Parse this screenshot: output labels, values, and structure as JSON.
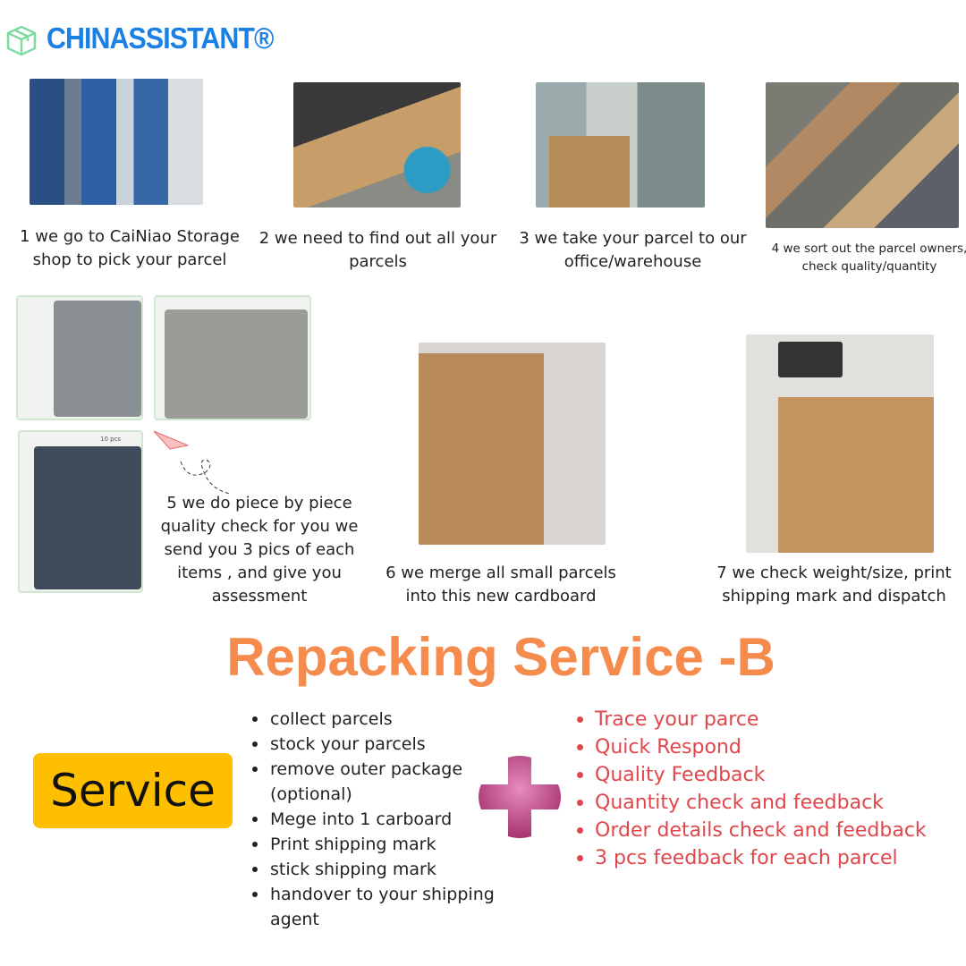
{
  "brand": {
    "name": "CHINASSISTANT®",
    "icon": "box-icon",
    "color": "#1b80e4"
  },
  "steps": [
    {
      "caption": "1 we go to CaiNiao Storage shop to pick your parcel"
    },
    {
      "caption": "2 we need to find out all your parcels"
    },
    {
      "caption": "3 we take your parcel to our office/warehouse"
    },
    {
      "caption": "4 we sort out the parcel owners, check quality/quantity"
    },
    {
      "caption": "5 we do piece by piece quality check for you we send you 3 pics of each items , and give you assessment"
    },
    {
      "caption": "6 we merge all small parcels into this new cardboard"
    },
    {
      "caption": "7  we check weight/size, print shipping mark and dispatch"
    }
  ],
  "screenshot_tags": [
    "10 pcs"
  ],
  "title": "Repacking Service -B",
  "service_label": "Service",
  "service_items": [
    "collect parcels",
    "stock your parcels",
    "remove outer package (optional)",
    "Mege into 1 carboard",
    "Print shipping mark",
    "stick shipping mark",
    "handover to your shipping agent"
  ],
  "plus_items": [
    "Trace your parce",
    "Quick Respond",
    "Quality Feedback",
    "Quantity check and feedback",
    "Order details check and feedback",
    "3 pcs feedback for each parcel"
  ],
  "colors": {
    "title": "#f58b4c",
    "service_box": "#fdbf00",
    "plus_list": "#e0474c",
    "plus_icon": "#c04a86"
  }
}
